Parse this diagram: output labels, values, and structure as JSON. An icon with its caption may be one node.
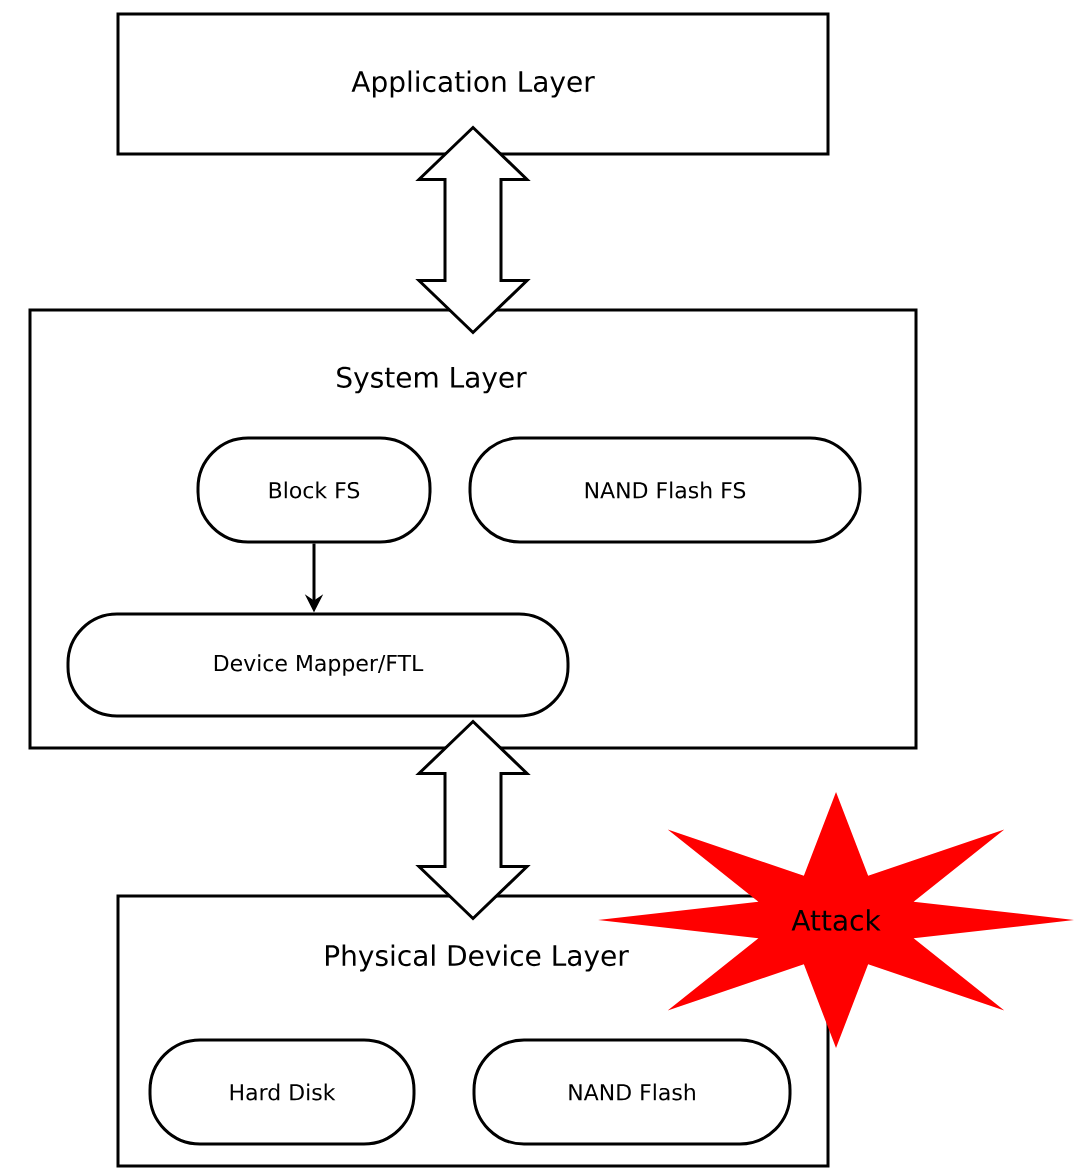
{
  "diagram": {
    "nodes": [
      {
        "text": [
          "Application Layer"
        ]
      },
      {
        "text": [
          "System Layer"
        ]
      },
      {
        "text": [
          "Block FS"
        ],
        "in": 1
      },
      {
        "text": [
          "NAND Flash FS"
        ],
        "in": 1
      },
      {
        "text": [
          "Device Mapper/FTL"
        ],
        "in": 1
      },
      {
        "text": [
          "Physical Device Layer"
        ]
      },
      {
        "text": [
          "Hard Disk"
        ],
        "in": 5
      },
      {
        "text": [
          "NAND Flash"
        ],
        "in": 5
      },
      {
        "text": [
          "Attack"
        ]
      }
    ],
    "edges": [
      {
        "from": 0,
        "to": 1,
        "arrow": "both",
        "style": "thick"
      },
      {
        "from": 2,
        "to": 4,
        "arrow": "to"
      },
      {
        "from": 1,
        "to": 5,
        "arrow": "both",
        "style": "thick"
      }
    ]
  }
}
